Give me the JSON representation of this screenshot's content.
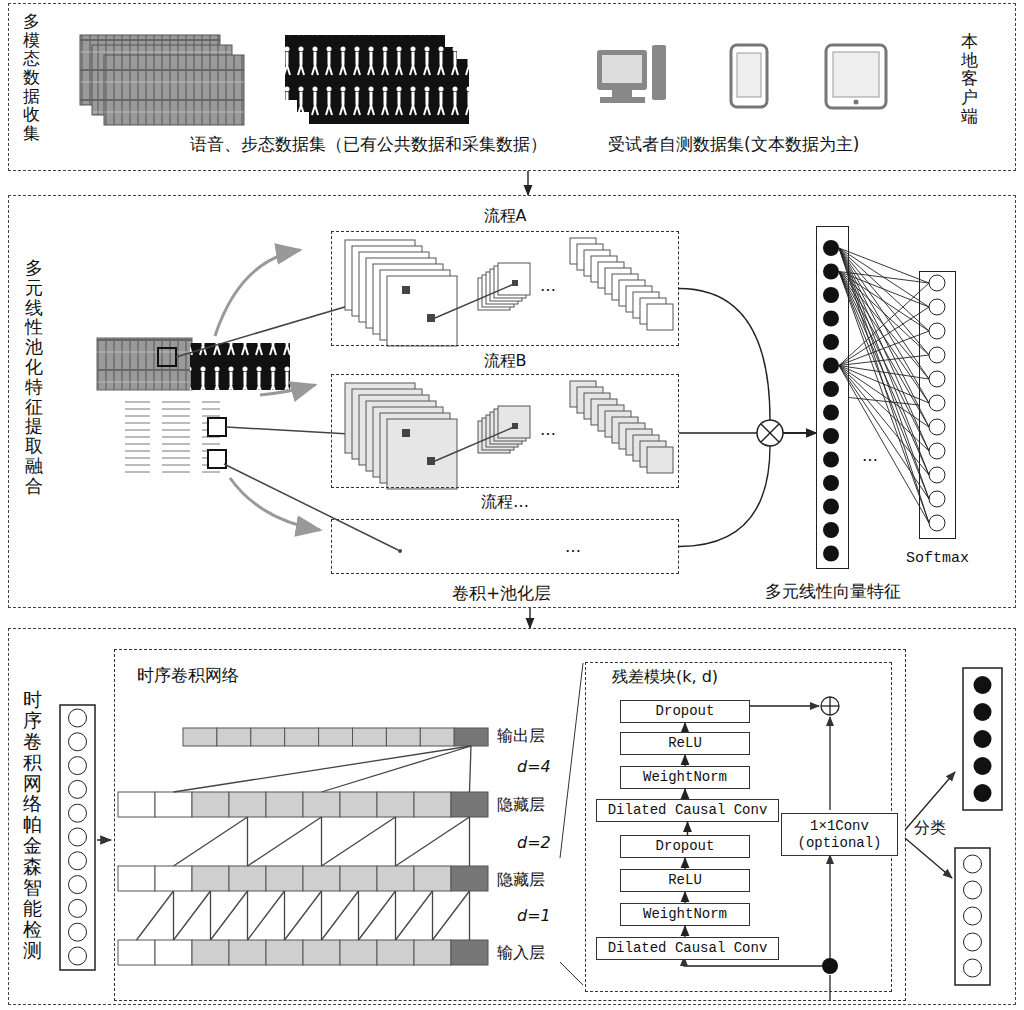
{
  "diagram": {
    "nodes": [
      {
        "text": [
          "多模态数据收集",
          "本地客户端"
        ]
      },
      {
        "text": [
          "多元线性池化特征提取融合"
        ]
      },
      {
        "text": [
          "流程A"
        ],
        "in": 1
      },
      {
        "text": [
          "流程B"
        ],
        "in": 1
      },
      {
        "text": [
          "流程…"
        ],
        "in": 1
      },
      {
        "text": [
          "多元线性向量特征"
        ],
        "in": 1
      },
      {
        "text": [
          "Softmax"
        ],
        "in": 1
      },
      {
        "text": [
          "时序卷积网络帕金森智能检测"
        ]
      },
      {
        "text": [
          "时序卷积网络"
        ],
        "in": 7
      },
      {
        "text": [
          "残差模块(k, d)"
        ],
        "in": 8
      },
      {
        "text": [
          "Dropout"
        ],
        "in": 9
      },
      {
        "text": [
          "ReLU"
        ],
        "in": 9
      },
      {
        "text": [
          "WeightNorm"
        ],
        "in": 9
      },
      {
        "text": [
          "Dilated Causal Conv"
        ],
        "in": 9
      },
      {
        "text": [
          "Dropout"
        ],
        "in": 9
      },
      {
        "text": [
          "ReLU"
        ],
        "in": 9
      },
      {
        "text": [
          "WeightNorm"
        ],
        "in": 9
      },
      {
        "text": [
          "Dilated Causal Conv"
        ],
        "in": 9
      },
      {
        "text": [
          "1×1Conv (optional)"
        ],
        "in": 9
      }
    ],
    "edges": [
      {
        "from": 0,
        "to": 1,
        "arrow": "to"
      },
      {
        "from": 1,
        "to": 7,
        "arrow": "to"
      },
      {
        "from": 2,
        "to": 5,
        "arrow": "to"
      },
      {
        "from": 3,
        "to": 5,
        "arrow": "to"
      },
      {
        "from": 4,
        "to": 5,
        "arrow": "to"
      },
      {
        "from": 5,
        "to": 6,
        "arrow": "none"
      },
      {
        "from": 17,
        "to": 16,
        "arrow": "to"
      },
      {
        "from": 16,
        "to": 15,
        "arrow": "to"
      },
      {
        "from": 15,
        "to": 14,
        "arrow": "to"
      },
      {
        "from": 14,
        "to": 13,
        "arrow": "to"
      },
      {
        "from": 13,
        "to": 12,
        "arrow": "to"
      },
      {
        "from": 12,
        "to": 11,
        "arrow": "to"
      },
      {
        "from": 11,
        "to": 10,
        "arrow": "to"
      }
    ],
    "labels": [
      "语音、步态数据集（已有公共数据和采集数据）",
      "受试者自测数据集(文本数据为主)",
      "…",
      "…",
      "…",
      "卷积+池化层",
      "…",
      "输出层",
      "d=4",
      "隐藏层",
      "d=2",
      "隐藏层",
      "d=1",
      "输入层",
      "分类"
    ]
  }
}
